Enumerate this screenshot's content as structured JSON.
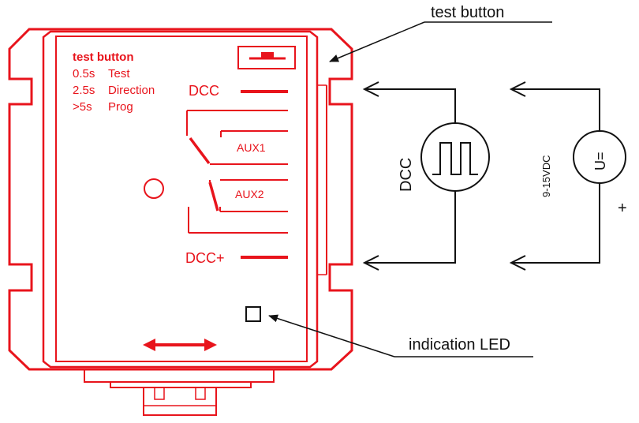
{
  "callouts": {
    "test_button": "test button",
    "indication_led": "indication LED"
  },
  "module_legend": {
    "title": "test button",
    "rows": [
      {
        "time": "0.5s",
        "action": "Test"
      },
      {
        "time": "2.5s",
        "action": "Direction"
      },
      {
        "time": ">5s",
        "action": "Prog"
      }
    ]
  },
  "terminals": {
    "dcc": "DCC",
    "aux1": "AUX1",
    "aux2": "AUX2",
    "dcc_plus": "DCC+"
  },
  "sources": {
    "dcc_label": "DCC",
    "dc_voltage_label": "9-15VDC",
    "dc_symbol": "U=",
    "plus_sign": "+"
  },
  "colors": {
    "module": "#e8141c",
    "wiring": "#111111"
  }
}
